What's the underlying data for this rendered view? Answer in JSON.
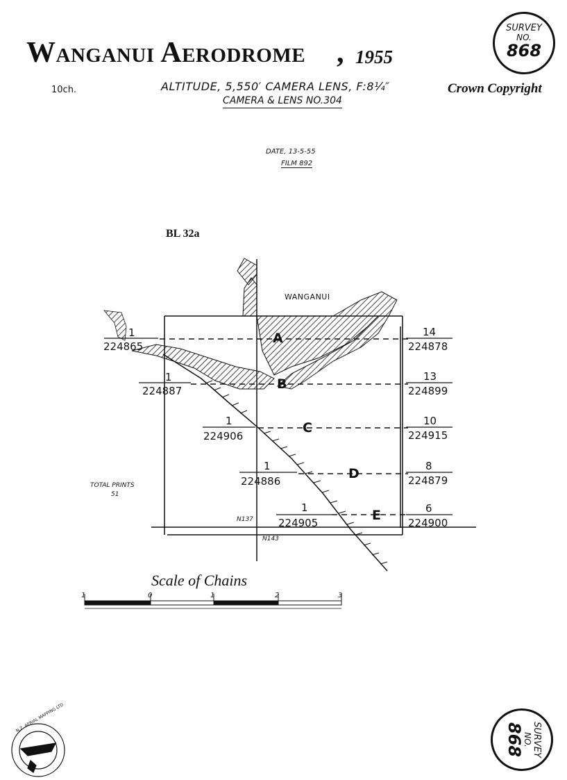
{
  "header": {
    "title": "Wanganui Aerodrome",
    "separator": ",",
    "year": "1955",
    "scale_note": "10ch.",
    "altitude_line": "ALTITUDE, 5,550′  CAMERA LENS, F:8¼″",
    "camera_line": "CAMERA & LENS NO.304",
    "copyright": "Crown Copyright"
  },
  "survey_seal": {
    "line1": "SURVEY",
    "line2": "NO.",
    "number": "868"
  },
  "flight": {
    "date": "DATE, 13-5-55",
    "film": "FILM 892"
  },
  "sheet_id": "BL 32a",
  "map": {
    "place_label": "WANGANUI",
    "runs": [
      {
        "letter": "A",
        "left_top": "1",
        "left_bottom": "224865",
        "right_top": "14",
        "right_bottom": "224878"
      },
      {
        "letter": "B",
        "left_top": "1",
        "left_bottom": "224887",
        "right_top": "13",
        "right_bottom": "224899"
      },
      {
        "letter": "C",
        "left_top": "1",
        "left_bottom": "224906",
        "right_top": "10",
        "right_bottom": "224915"
      },
      {
        "letter": "D",
        "left_top": "1",
        "left_bottom": "224886",
        "right_top": "8",
        "right_bottom": "224879"
      },
      {
        "letter": "E",
        "left_top": "1",
        "left_bottom": "224905",
        "right_top": "6",
        "right_bottom": "224900"
      }
    ],
    "grid_labels": {
      "n137": "N137",
      "n143": "N143"
    },
    "total_prints_label": "TOTAL PRINTS",
    "total_prints_value": "51"
  },
  "scale_bar": {
    "title": "Scale of Chains",
    "ticks": [
      "1",
      "0",
      "1",
      "2",
      "3"
    ]
  },
  "logo_text": "N.Z. AERIAL MAPPING LTD",
  "colors": {
    "ink": "#111111",
    "paper": "#ffffff"
  }
}
